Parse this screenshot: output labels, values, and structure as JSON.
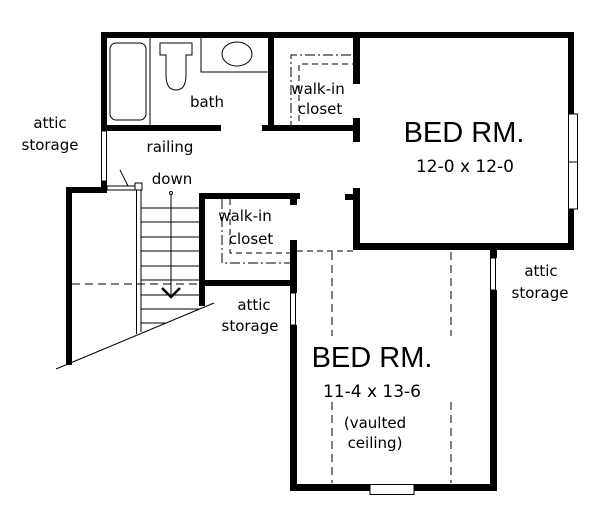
{
  "rooms": {
    "bath": {
      "label": "bath"
    },
    "closet_upper": {
      "line1": "walk-in",
      "line2": "closet"
    },
    "closet_lower": {
      "line1": "walk-in",
      "line2": "closet"
    },
    "bedroom_1": {
      "name": "BED RM.",
      "size": "12-0 x 12-0"
    },
    "bedroom_2": {
      "name": "BED RM.",
      "size": "11-4 x 13-6",
      "note1": "(vaulted",
      "note2": "ceiling)"
    }
  },
  "labels": {
    "attic_left": {
      "line1": "attic",
      "line2": "storage"
    },
    "attic_middle": {
      "line1": "attic",
      "line2": "storage"
    },
    "attic_right": {
      "line1": "attic",
      "line2": "storage"
    },
    "railing": "railing",
    "down": "down"
  },
  "colors": {
    "wall": "#000000",
    "background": "#ffffff"
  }
}
